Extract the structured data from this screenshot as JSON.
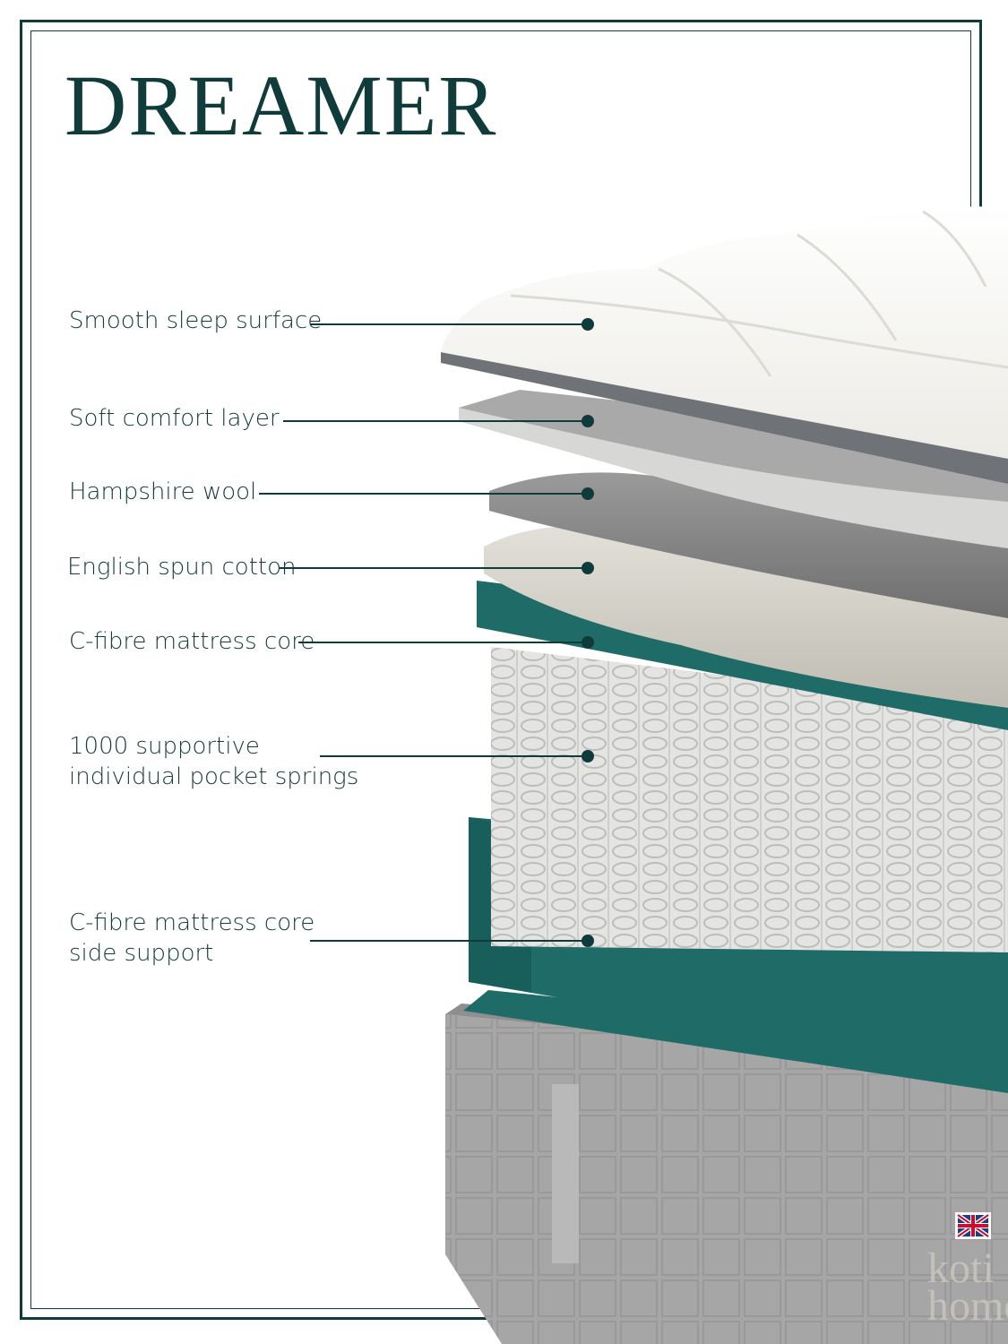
{
  "title": "DREAMER",
  "layers": [
    {
      "label": "Smooth sleep surface",
      "label2": ""
    },
    {
      "label": "Soft comfort layer",
      "label2": ""
    },
    {
      "label": "Hampshire wool",
      "label2": ""
    },
    {
      "label": "English spun cotton",
      "label2": ""
    },
    {
      "label": "C-fibre mattress core",
      "label2": ""
    },
    {
      "label": "1000 supportive",
      "label2": "individual pocket springs"
    },
    {
      "label": "C-fibre mattress core",
      "label2": "side support"
    }
  ],
  "brand_text": "koti home",
  "colors": {
    "frame": "#0f3b3a",
    "teal_foam": "#1f6b68",
    "grey_base": "#a9a9a9",
    "wool": "#8c8c8c",
    "cotton": "#d8d6cf",
    "topper": "#f4f3ef"
  }
}
